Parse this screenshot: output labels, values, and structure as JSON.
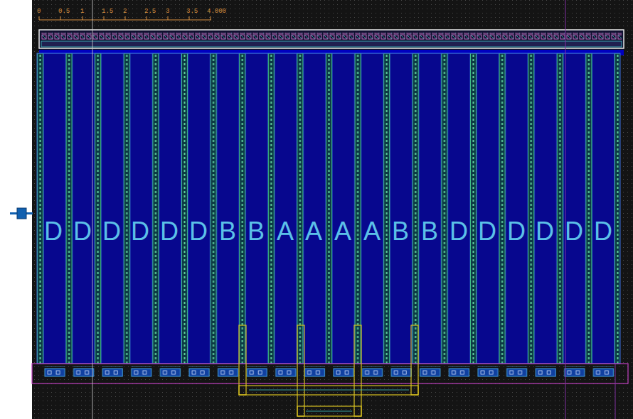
{
  "diagram": {
    "labels": [
      "0",
      "0.5",
      "1",
      "1.5",
      "2",
      "2.5",
      "3",
      "3.5",
      "4.000",
      "D",
      "D",
      "D",
      "D",
      "D",
      "D",
      "B",
      "B",
      "A",
      "A",
      "A",
      "A",
      "B",
      "B",
      "D",
      "D",
      "D",
      "D",
      "D",
      "D"
    ]
  }
}
